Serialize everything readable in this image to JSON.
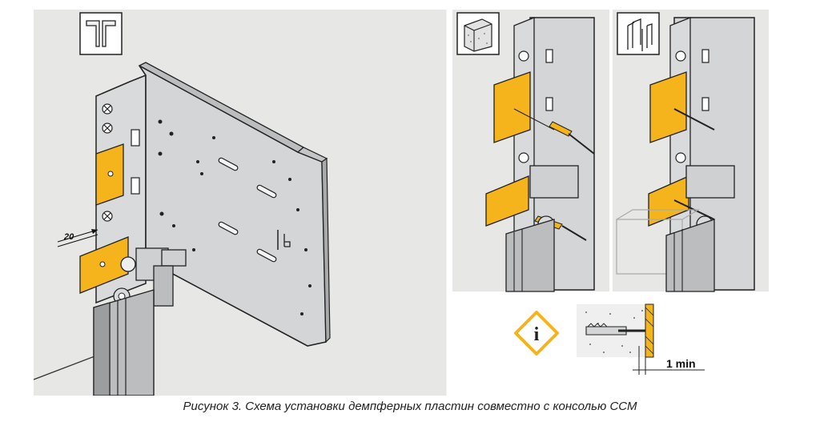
{
  "figure": {
    "dimension_label": "20",
    "min_label": "1 min",
    "info_letter": "i",
    "accent_color": "#f5b31c",
    "panel_color": "#e7e7e5",
    "metal_color": "#cfd0d2"
  },
  "caption": "Рисунок 3. Схема установки демпферных пластин совместно с консолью ССМ"
}
